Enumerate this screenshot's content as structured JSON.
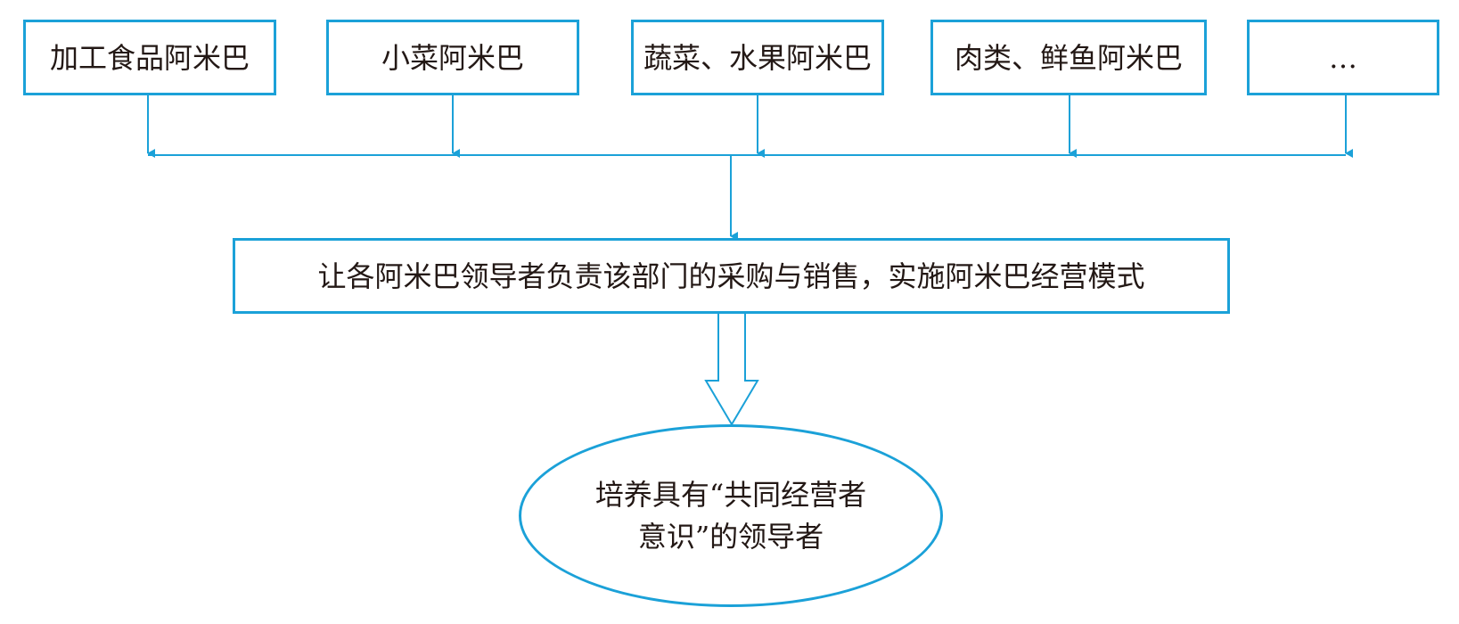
{
  "colors": {
    "stroke": "#1ba1d8",
    "text": "#231815",
    "background": "#ffffff"
  },
  "top_boxes": [
    {
      "label": "加工食品阿米巴"
    },
    {
      "label": "小菜阿米巴"
    },
    {
      "label": "蔬菜、水果阿米巴"
    },
    {
      "label": "肉类、鲜鱼阿米巴"
    },
    {
      "label": "…"
    }
  ],
  "middle_box": {
    "label": "让各阿米巴领导者负责该部门的采购与销售，实施阿米巴经营模式"
  },
  "result_oval": {
    "line1": "培养具有“共同经营者",
    "line2": "意识”的领导者"
  }
}
